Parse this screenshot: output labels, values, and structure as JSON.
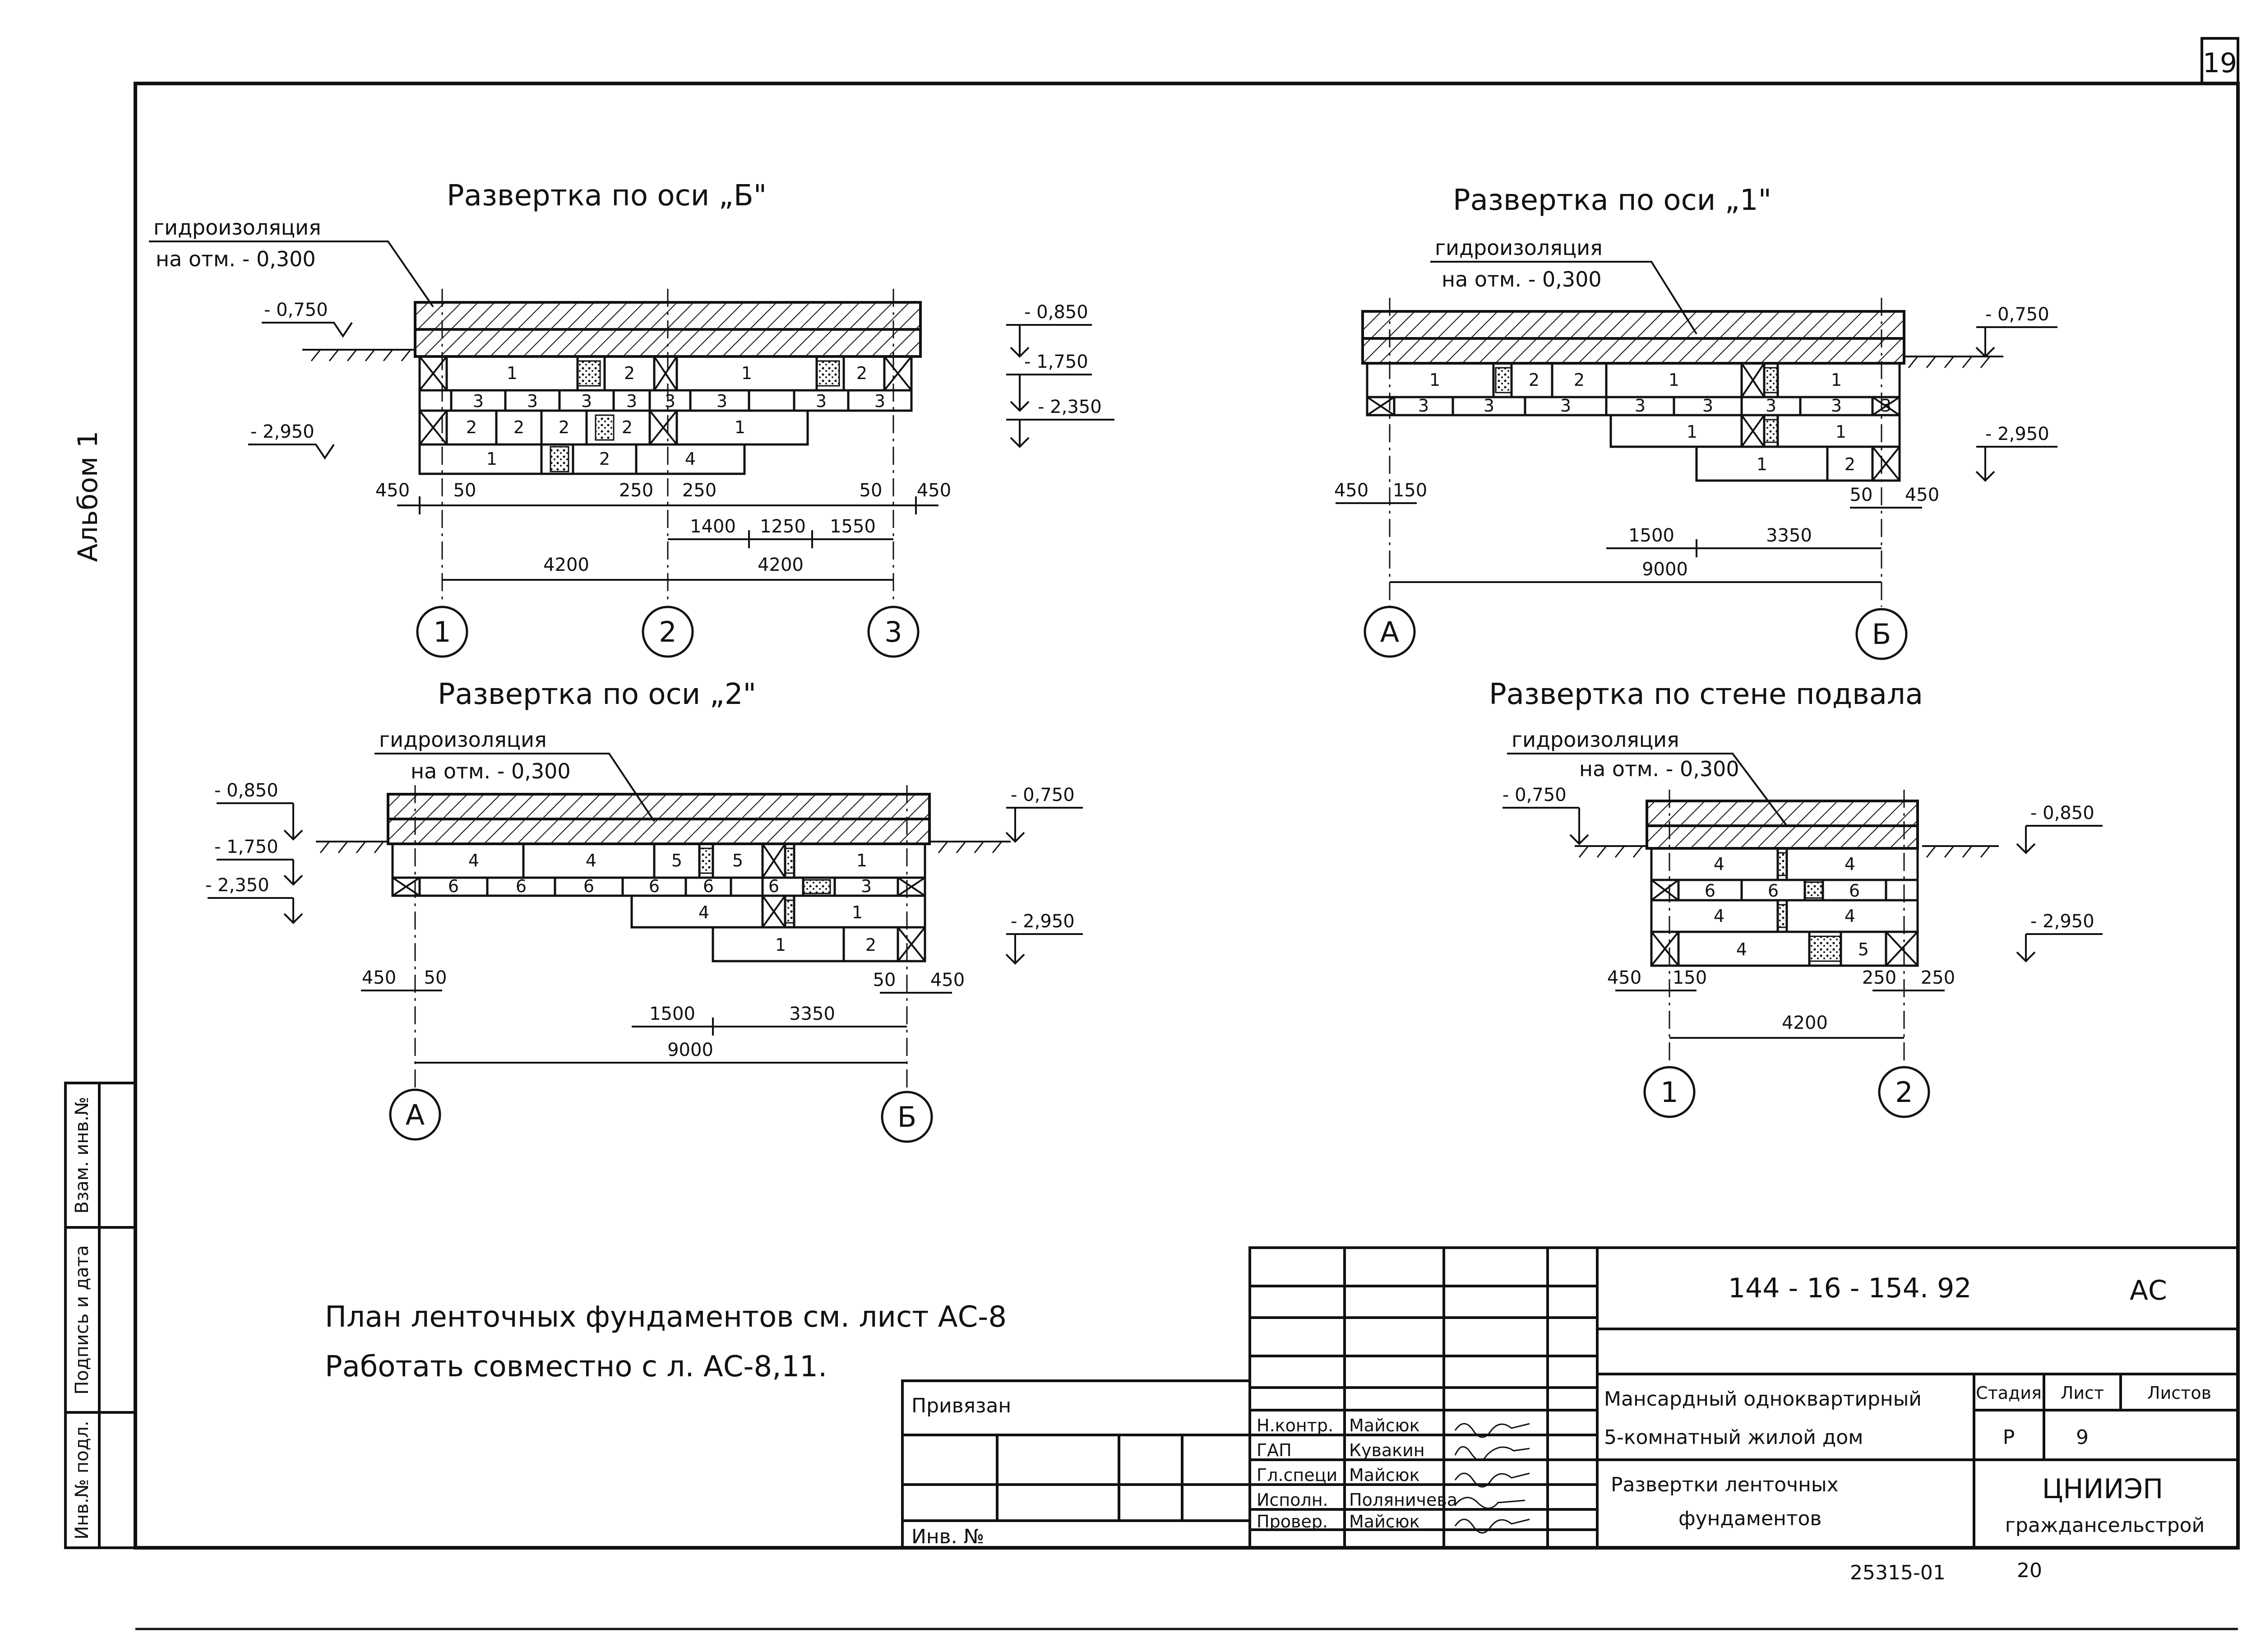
{
  "sheet_number": "19",
  "album": "Альбом 1",
  "side_labels": [
    "Инв.№ подл.",
    "Подпись и дата",
    "Взам. инв.№"
  ],
  "views": {
    "axis_b": {
      "title": "Развертка по оси „Б\"",
      "waterproofing": [
        "гидроизоляция",
        "на отм. - 0,300"
      ],
      "levels_left": [
        "- 0,750",
        "- 2,950"
      ],
      "levels_right": [
        "- 0,850",
        "- 1,750",
        "- 2,350"
      ],
      "dims_top": [
        "450",
        "50",
        "250",
        "250",
        "50",
        "450"
      ],
      "dims_mid": [
        "1400",
        "1250",
        "1550"
      ],
      "dims_bottom": [
        "4200",
        "4200"
      ],
      "axes": [
        "1",
        "2",
        "3"
      ],
      "row1": [
        "1",
        "2",
        "1",
        "2"
      ],
      "row2": [
        "3",
        "3",
        "3",
        "3",
        "3",
        "3",
        "3",
        "3"
      ],
      "row3": [
        "2",
        "2",
        "2",
        "2",
        "1"
      ],
      "row4": [
        "1",
        "2",
        "4"
      ]
    },
    "axis_1": {
      "title": "Развертка по оси „1\"",
      "waterproofing": [
        "гидроизоляция",
        "на отм. - 0,300"
      ],
      "levels_right": [
        "- 0,750",
        "- 2,950"
      ],
      "dims_top": [
        "450",
        "150",
        "50",
        "450"
      ],
      "dims_mid": [
        "1500",
        "3350"
      ],
      "dims_bottom": [
        "9000"
      ],
      "axes": [
        "А",
        "Б"
      ],
      "row1": [
        "1",
        "2",
        "2",
        "1",
        "1"
      ],
      "row2": [
        "3",
        "3",
        "3",
        "3",
        "3",
        "3",
        "3",
        "3"
      ],
      "row3": [
        "1",
        "1"
      ],
      "row4": [
        "1",
        "2"
      ]
    },
    "axis_2": {
      "title": "Развертка по оси „2\"",
      "waterproofing": [
        "гидроизоляция",
        "на отм. - 0,300"
      ],
      "levels_left": [
        "- 0,850",
        "- 1,750",
        "- 2,350"
      ],
      "levels_right": [
        "- 0,750",
        "- 2,950"
      ],
      "dims_top": [
        "450",
        "50",
        "50",
        "450"
      ],
      "dims_mid": [
        "1500",
        "3350"
      ],
      "dims_bottom": [
        "9000"
      ],
      "axes": [
        "А",
        "Б"
      ],
      "row1": [
        "4",
        "4",
        "5",
        "5",
        "1"
      ],
      "row2": [
        "6",
        "6",
        "6",
        "6",
        "6",
        "6",
        "3"
      ],
      "row3": [
        "4",
        "1"
      ],
      "row4": [
        "1",
        "2"
      ]
    },
    "basement": {
      "title": "Развертка по стене подвала",
      "waterproofing": [
        "гидроизоляция",
        "на отм. - 0,300"
      ],
      "levels_left": [
        "- 0,750"
      ],
      "levels_right": [
        "- 0,850",
        "- 2,950"
      ],
      "dims_top": [
        "450",
        "150",
        "250",
        "250"
      ],
      "dims_bottom": [
        "4200"
      ],
      "axes": [
        "1",
        "2"
      ],
      "row1": [
        "4",
        "4"
      ],
      "row2": [
        "6",
        "6",
        "6"
      ],
      "row3": [
        "4",
        "4"
      ],
      "row4": [
        "4",
        "5"
      ]
    }
  },
  "notes": [
    "План ленточных фундаментов см. лист АС-8",
    "Работать совместно с л. АС-8,11."
  ],
  "title_block": {
    "bound_label": "Привязан",
    "inv_label": "Инв. №",
    "doc_code": "144 - 16 - 154. 92",
    "mark": "АС",
    "object_name": [
      "Мансардный одноквартирный",
      "5-комнатный жилой дом"
    ],
    "sheet_title": [
      "Развертки ленточных",
      "фундаментов"
    ],
    "stage_label": "Стадия",
    "sheet_label": "Лист",
    "sheets_label": "Листов",
    "stage": "Р",
    "sheet": "9",
    "organization": [
      "ЦНИИЭП",
      "граждансельстрой"
    ],
    "roles": [
      "Н.контр.",
      "ГАП",
      "Гл.специ",
      "Исполн.",
      "Провер."
    ],
    "names": [
      "Майсюк",
      "Кувакин",
      "Майсюк",
      "Поляничева",
      "Майсюк"
    ]
  },
  "footer": {
    "archive_code": "25315-01",
    "page": "20"
  }
}
